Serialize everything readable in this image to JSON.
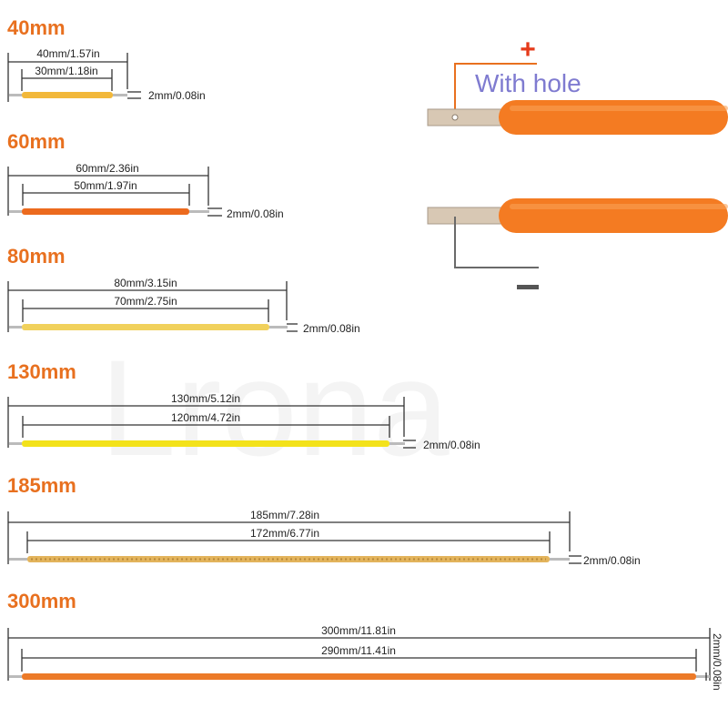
{
  "watermark": "Lrona",
  "filaments": [
    {
      "title": "40mm",
      "total_dim": "40mm/1.57in",
      "inner_dim": "30mm/1.18in",
      "end_dim": "2mm/0.08in",
      "color": "#f2b83a",
      "style": "yellow"
    },
    {
      "title": "60mm",
      "total_dim": "60mm/2.36in",
      "inner_dim": "50mm/1.97in",
      "end_dim": "2mm/0.08in",
      "color": "#ec6a1e",
      "style": "orange"
    },
    {
      "title": "80mm",
      "total_dim": "80mm/3.15in",
      "inner_dim": "70mm/2.75in",
      "end_dim": "2mm/0.08in",
      "color": "#f1d15c",
      "style": "yellow"
    },
    {
      "title": "130mm",
      "total_dim": "130mm/5.12in",
      "inner_dim": "120mm/4.72in",
      "end_dim": "2mm/0.08in",
      "color": "#f3e21a",
      "style": "bright-yellow"
    },
    {
      "title": "185mm",
      "total_dim": "185mm/7.28in",
      "inner_dim": "172mm/6.77in",
      "end_dim": "2mm/0.08in",
      "color": "#e3b45c",
      "style": "speckled-gold"
    },
    {
      "title": "300mm",
      "total_dim": "300mm/11.81in",
      "inner_dim": "290mm/11.41in",
      "end_dim": "2mm/0.08in",
      "color": "#ec7a28",
      "style": "orange"
    }
  ],
  "detail": {
    "plus_sign": "+",
    "minus_sign": "−",
    "with_hole_label": "With hole",
    "plus_color": "#e53a1a",
    "label_color": "#7f7bd0",
    "tube_color": "#f47b22",
    "pin_color": "#d8c8b4"
  }
}
